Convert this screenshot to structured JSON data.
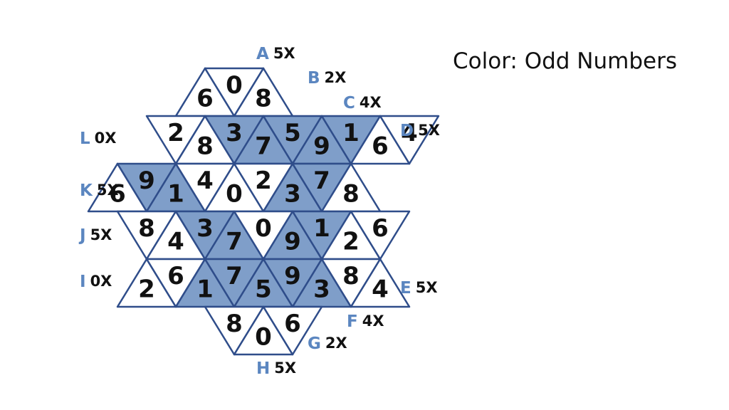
{
  "title": "Color: Odd Numbers",
  "colors": {
    "grid_line": "#2f4d8a",
    "shade": "#7f9ec9",
    "letter": "#5b86c0",
    "text": "#111111",
    "background": "#ffffff"
  },
  "rows": [
    [
      {
        "digit": "6",
        "shaded": false
      },
      {
        "digit": "0",
        "shaded": false
      },
      {
        "digit": "8",
        "shaded": false
      }
    ],
    [
      {
        "digit": "2",
        "shaded": false
      },
      {
        "digit": "8",
        "shaded": false
      },
      {
        "digit": "3",
        "shaded": true
      },
      {
        "digit": "7",
        "shaded": true
      },
      {
        "digit": "5",
        "shaded": true
      },
      {
        "digit": "9",
        "shaded": true
      },
      {
        "digit": "1",
        "shaded": true
      },
      {
        "digit": "6",
        "shaded": false
      },
      {
        "digit": "4",
        "shaded": false
      }
    ],
    [
      {
        "digit": "6",
        "shaded": false
      },
      {
        "digit": "9",
        "shaded": true
      },
      {
        "digit": "1",
        "shaded": true
      },
      {
        "digit": "4",
        "shaded": false
      },
      {
        "digit": "0",
        "shaded": false
      },
      {
        "digit": "2",
        "shaded": false
      },
      {
        "digit": "3",
        "shaded": true
      },
      {
        "digit": "7",
        "shaded": true
      },
      {
        "digit": "8",
        "shaded": false
      }
    ],
    [
      {
        "digit": "8",
        "shaded": false
      },
      {
        "digit": "4",
        "shaded": false
      },
      {
        "digit": "3",
        "shaded": true
      },
      {
        "digit": "7",
        "shaded": true
      },
      {
        "digit": "0",
        "shaded": false
      },
      {
        "digit": "9",
        "shaded": true
      },
      {
        "digit": "1",
        "shaded": true
      },
      {
        "digit": "2",
        "shaded": false
      },
      {
        "digit": "6",
        "shaded": false
      }
    ],
    [
      {
        "digit": "2",
        "shaded": false
      },
      {
        "digit": "6",
        "shaded": false
      },
      {
        "digit": "1",
        "shaded": true
      },
      {
        "digit": "7",
        "shaded": true
      },
      {
        "digit": "5",
        "shaded": true
      },
      {
        "digit": "9",
        "shaded": true
      },
      {
        "digit": "3",
        "shaded": true
      },
      {
        "digit": "8",
        "shaded": false
      },
      {
        "digit": "4",
        "shaded": false
      }
    ],
    [
      {
        "digit": "8",
        "shaded": false
      },
      {
        "digit": "0",
        "shaded": false
      },
      {
        "digit": "6",
        "shaded": false
      }
    ]
  ],
  "labels": [
    {
      "letter": "A",
      "mult": "5X"
    },
    {
      "letter": "B",
      "mult": "2X"
    },
    {
      "letter": "C",
      "mult": "4X"
    },
    {
      "letter": "D",
      "mult": "5X"
    },
    {
      "letter": "E",
      "mult": "5X"
    },
    {
      "letter": "F",
      "mult": "4X"
    },
    {
      "letter": "G",
      "mult": "2X"
    },
    {
      "letter": "H",
      "mult": "5X"
    },
    {
      "letter": "I",
      "mult": "0X"
    },
    {
      "letter": "J",
      "mult": "5X"
    },
    {
      "letter": "K",
      "mult": "5X"
    },
    {
      "letter": "L",
      "mult": "0X"
    }
  ]
}
